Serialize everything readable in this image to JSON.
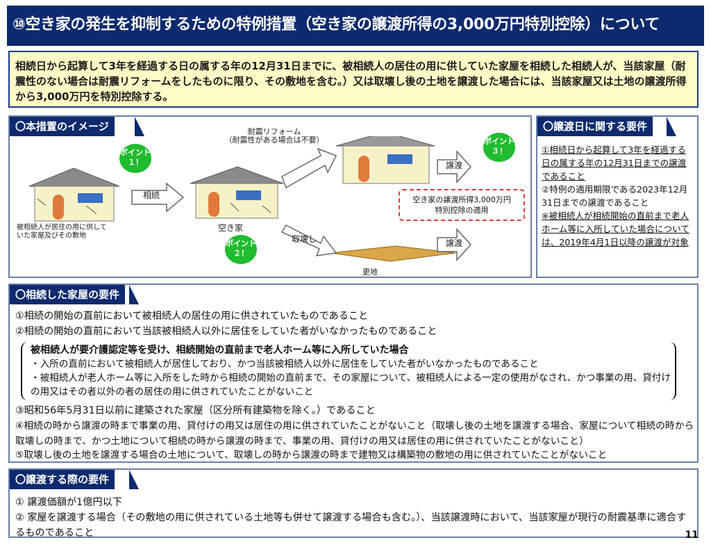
{
  "title": "⑩空き家の発生を抑制するための特例措置（空き家の譲渡所得の3,000万円特別控除）について",
  "summary": "相続日から起算して3年を経過する日の属する年の12月31日までに、被相続人の居住の用に供していた家屋を相続した相続人が、当該家屋（耐震性のない場合は耐震リフォームをしたものに限り、その敷地を含む。）又は取壊し後の土地を譲渡した場合には、当該家屋又は土地の譲渡所得から3,000万円を特別控除する。",
  "image_panel": {
    "heading": "〇本措置のイメージ",
    "point1": "ポイント\n１！",
    "point2": "ポイント\n２！",
    "point3": "ポイント\n３！",
    "house_caption": "被相続人が居住の用に供して\nいた家屋及びその敷地",
    "arrow_inherit": "相続",
    "vacant_label": "空き家",
    "reform_label": "耐震リフォーム\n（耐震性がある場合は不要）",
    "demolish_label": "取壊し",
    "transfer1": "譲渡",
    "transfer2": "譲渡",
    "vacant_lot": "更地",
    "deduction": "空き家の譲渡所得3,000万円\n特別控除の適用"
  },
  "transfer_date_panel": {
    "heading": "〇譲渡日に関する要件",
    "item1": "①相続日から起算して3年を経過する日の属する年の12月31日までの譲渡であること",
    "item2": "②特例の適用期限である2023年12月31日までの譲渡であること",
    "item3": "※被相続人が相続開始の直前まで老人ホーム等に入所していた場合については、2019年4月1日以降の譲渡が対象"
  },
  "house_panel": {
    "heading": "〇相続した家屋の要件",
    "r1": "①相続の開始の直前において被相続人の居住の用に供されていたものであること",
    "r2": "②相続の開始の直前において当該被相続人以外に居住をしていた者がいなかったものであること",
    "box_head": "被相続人が要介護認定等を受け、相続開始の直前まで老人ホーム等に入所していた場合",
    "box1": "・入所の直前において被相続人が居住しており、かつ当該被相続人以外に居住をしていた者がいなかったものであること",
    "box2": "・被相続人が老人ホーム等に入所をした時から相続の開始の直前まで、その家屋について、被相続人による一定の使用がなされ、かつ事業の用、貸付けの用又はその者以外の者の居住の用に供されていたことがないこと",
    "r3": "③昭和56年5月31日以前に建築された家屋（区分所有建築物を除く。）であること",
    "r4": "④相続の時から譲渡の時まで事業の用、貸付けの用又は居住の用に供されていたことがないこと（取壊し後の土地を譲渡する場合、家屋について相続の時から取壊しの時まで、かつ土地について相続の時から譲渡の時まで、事業の用、貸付けの用又は居住の用に供されていたことがないこと）",
    "r5": "⑤取壊し後の土地を譲渡する場合の土地について、取壊しの時から譲渡の時まで建物又は構築物の敷地の用に供されていたことがないこと"
  },
  "sale_panel": {
    "heading": "〇譲渡する際の要件",
    "s1": "① 譲渡価額が1億円以下",
    "s2": "② 家屋を譲渡する場合（その敷地の用に供されている土地等も併せて譲渡する場合も含む。）、当該譲渡時において、当該家屋が現行の耐震基準に適合するものであること"
  },
  "page_number": "11",
  "colors": {
    "navy": "#0d2a6e",
    "summary_bg": "#fffbc6",
    "point_green": "#1fbc2e",
    "deduction_border": "#e23b3b"
  }
}
